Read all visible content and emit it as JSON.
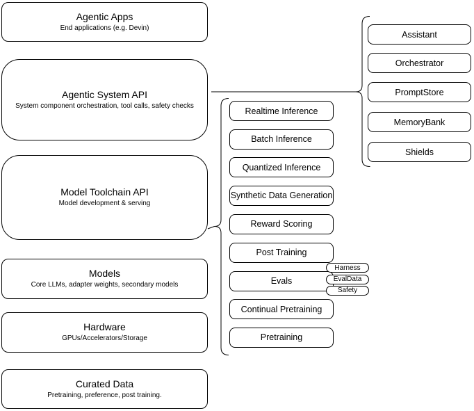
{
  "colors": {
    "stroke": "#000000",
    "fill": "#ffffff",
    "background": "#ffffff",
    "text": "#000000"
  },
  "left_stack": [
    {
      "title": "Agentic Apps",
      "subtitle": "End applications (e.g. Devin)"
    },
    {
      "title": "Agentic System API",
      "subtitle": "System component orchestration, tool calls, safety checks"
    },
    {
      "title": "Model Toolchain API",
      "subtitle": "Model development & serving"
    },
    {
      "title": "Models",
      "subtitle": "Core LLMs, adapter weights, secondary models"
    },
    {
      "title": "Hardware",
      "subtitle": "GPUs/Accelerators/Storage"
    },
    {
      "title": "Curated Data",
      "subtitle": "Pretraining, preference, post training."
    }
  ],
  "toolchain": {
    "items": [
      "Realtime Inference",
      "Batch Inference",
      "Quantized Inference",
      "Synthetic Data Generation",
      "Reward Scoring",
      "Post Training",
      "Evals",
      "Continual Pretraining",
      "Pretraining"
    ]
  },
  "eval_tags": [
    "Harness",
    "EvalData",
    "Safety"
  ],
  "system_components": {
    "items": [
      "Assistant",
      "Orchestrator",
      "PromptStore",
      "MemoryBank",
      "Shields"
    ]
  }
}
